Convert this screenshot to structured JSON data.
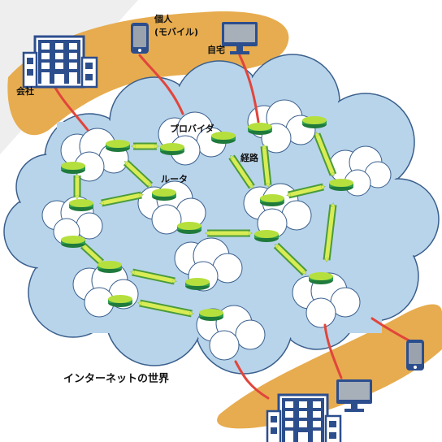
{
  "labels": {
    "company": "会社",
    "individual_line1": "個人",
    "individual_line2": "(モバイル)",
    "home": "自宅",
    "provider": "プロバイダ",
    "route": "経路",
    "router": "ルータ",
    "internet_world": "インターネットの世界"
  },
  "colors": {
    "background_band": "#eeeeee",
    "orange_band": "#e7ac4f",
    "cloud_fill": "#b8d4ea",
    "cloud_stroke": "#3a5f8d",
    "small_cloud_fill": "#ffffff",
    "router_green": "#2f9e4f",
    "router_top": "#b5df3d",
    "arrow_fill": "#d9ec55",
    "arrow_stroke": "#4a9b3c",
    "connection_red": "#e1453c",
    "building_blue": "#2c4e8d"
  },
  "icons": [
    "building-icon",
    "smartphone-icon",
    "monitor-icon",
    "router-icon",
    "cloud-icon",
    "double-arrow-icon"
  ]
}
